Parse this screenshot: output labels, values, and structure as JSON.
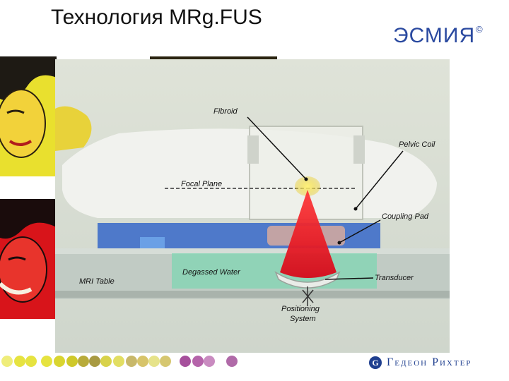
{
  "slide": {
    "title": "Технология MRg.FUS",
    "logo_text": "ЭСМИЯ",
    "logo_mark": "©"
  },
  "diagram": {
    "labels": {
      "fibroid": "Fibroid",
      "pelvic_coil": "Pelvic Coil",
      "focal_plane": "Focal Plane",
      "coupling_pad": "Coupling Pad",
      "degassed_water": "Degassed Water",
      "mri_table": "MRI Table",
      "transducer": "Transducer",
      "positioning_line1": "Positioning",
      "positioning_line2": "System"
    }
  },
  "footer": {
    "brand_mark": "G",
    "brand_text": "Гедеон Рихтер"
  },
  "colors": {
    "accent_blue": "#2b4aa0",
    "beam_red": "#e8101e",
    "coil_blue": "#3f6ec9",
    "water_green": "#7fd6b3",
    "dot_yellow": "#e6e340",
    "dot_purple": "#a6509c"
  }
}
